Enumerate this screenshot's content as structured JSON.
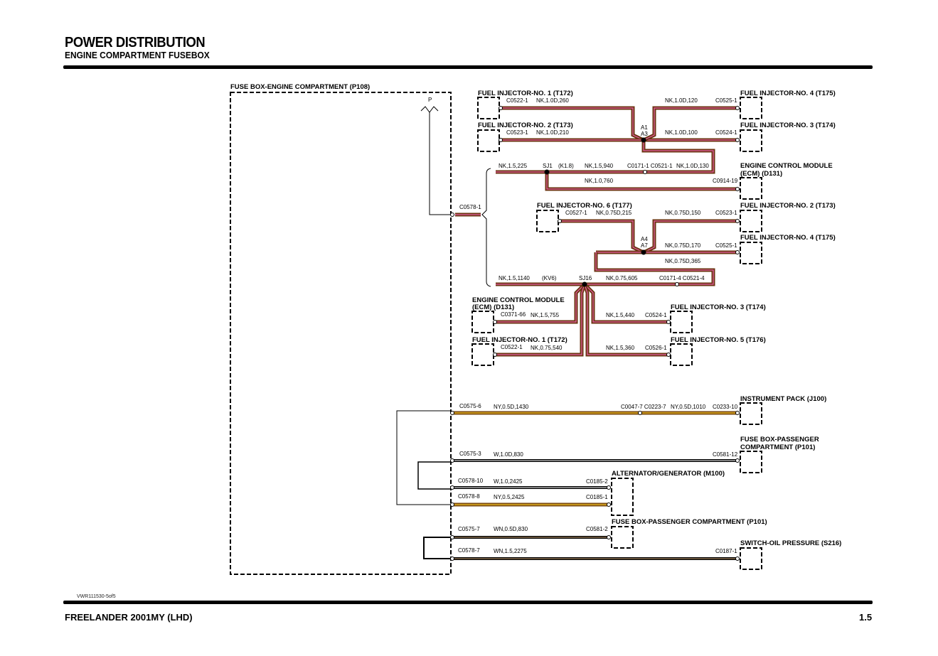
{
  "header": {
    "title": "POWER DISTRIBUTION",
    "subtitle": "ENGINE COMPARTMENT FUSEBOX"
  },
  "footer": {
    "model": "FREELANDER 2001MY (LHD)",
    "page": "1.5",
    "doc_ref": "VWR111530-5of5"
  },
  "colors": {
    "wire_NK_outer": "#6b3410",
    "wire_NK_inner": "#e85fa8",
    "wire_NY_outer": "#7a4a10",
    "wire_NY_inner": "#f0c020",
    "wire_W": "#ffffff",
    "wire_WN_inner": "#c8a070"
  },
  "fusebox": {
    "label": "FUSE BOX-ENGINE COMPARTMENT (P108)",
    "fuse_label": "P"
  },
  "components": {
    "fi1_top": "FUEL INJECTOR-NO. 1 (T172)",
    "fi2_top": "FUEL INJECTOR-NO. 2 (T173)",
    "fi4_top": "FUEL INJECTOR-NO. 4 (T175)",
    "fi3_top": "FUEL INJECTOR-NO. 3 (T174)",
    "ecm_top_line1": "ENGINE CONTROL MODULE",
    "ecm_top_line2": "(ECM) (D131)",
    "fi6": "FUEL INJECTOR-NO. 6 (T177)",
    "fi2_mid": "FUEL INJECTOR-NO. 2 (T173)",
    "fi4_mid": "FUEL INJECTOR-NO. 4 (T175)",
    "ecm_bot_line1": "ENGINE CONTROL MODULE",
    "ecm_bot_line2": "(ECM) (D131)",
    "fi3_bot": "FUEL INJECTOR-NO. 3 (T174)",
    "fi1_bot": "FUEL INJECTOR-NO. 1 (T172)",
    "fi5_bot": "FUEL INJECTOR-NO. 5 (T176)",
    "instrument_pack": "INSTRUMENT PACK (J100)",
    "fbpc_line1": "FUSE BOX-PASSENGER",
    "fbpc_line2": "COMPARTMENT (P101)",
    "alternator": "ALTERNATOR/GENERATOR (M100)",
    "fbpc_single": "FUSE BOX-PASSENGER COMPARTMENT (P101)",
    "oil_switch": "SWITCH-OIL PRESSURE (S216)"
  },
  "splices": {
    "a1": "A1",
    "a3": "A3",
    "a4": "A4",
    "a7": "A7",
    "sj1": "SJ1",
    "sj1_variant": "(K1.8)",
    "sj16": "SJ16",
    "sj16_variant": "(KV6)"
  },
  "connectors": {
    "c0522_1_top": "C0522-1",
    "c0523_1_top": "C0523-1",
    "c0525_1_top": "C0525-1",
    "c0524_1_top": "C0524-1",
    "c0171_1": "C0171-1 C0521-1",
    "c0914_19": "C0914-19",
    "c0578_1": "C0578-1",
    "c0527_1": "C0527-1",
    "c0523_1_mid": "C0523-1",
    "c0525_1_mid": "C0525-1",
    "c0171_4": "C0171-4 C0521-4",
    "c0371_66": "C0371-66",
    "c0524_1_bot": "C0524-1",
    "c0522_1_bot": "C0522-1",
    "c0526_1": "C0526-1",
    "c0575_6": "C0575-6",
    "c0047_7": "C0047-7 C0223-7",
    "c0233_10": "C0233-10",
    "c0575_3": "C0575-3",
    "c0581_12": "C0581-12",
    "c0578_10": "C0578-10",
    "c0185_2": "C0185-2",
    "c0578_8": "C0578-8",
    "c0185_1": "C0185-1",
    "c0575_7": "C0575-7",
    "c0581_2": "C0581-2",
    "c0578_7": "C0578-7",
    "c0187_1": "C0187-1"
  },
  "wires": {
    "w_fi1_top": "NK,1.0D,260",
    "w_fi2_top": "NK,1.0D,210",
    "w_fi4_top": "NK,1.0D,120",
    "w_fi3_top": "NK,1.0D,100",
    "w_225": "NK,1.5,225",
    "w_940": "NK,1.5,940",
    "w_130": "NK,1.0D,130",
    "w_760": "NK,1.0,760",
    "w_fi6": "NK,0.75D,215",
    "w_150": "NK,0.75D,150",
    "w_170": "NK,0.75D,170",
    "w_365": "NK,0.75D,365",
    "w_1140": "NK,1.5,1140",
    "w_605": "NK,0.75,605",
    "w_755": "NK,1.5,755",
    "w_440": "NK,1.5,440",
    "w_540": "NK,0.75,540",
    "w_360": "NK,1.5,360",
    "w_1430": "NY,0.5D,1430",
    "w_1010": "NY,0.5D,1010",
    "w_830a": "W,1.0D,830",
    "w_2425a": "W,1.0,2425",
    "w_2425b": "NY,0.5,2425",
    "w_830b": "WN,0.5D,830",
    "w_2275": "WN,1.5,2275"
  }
}
